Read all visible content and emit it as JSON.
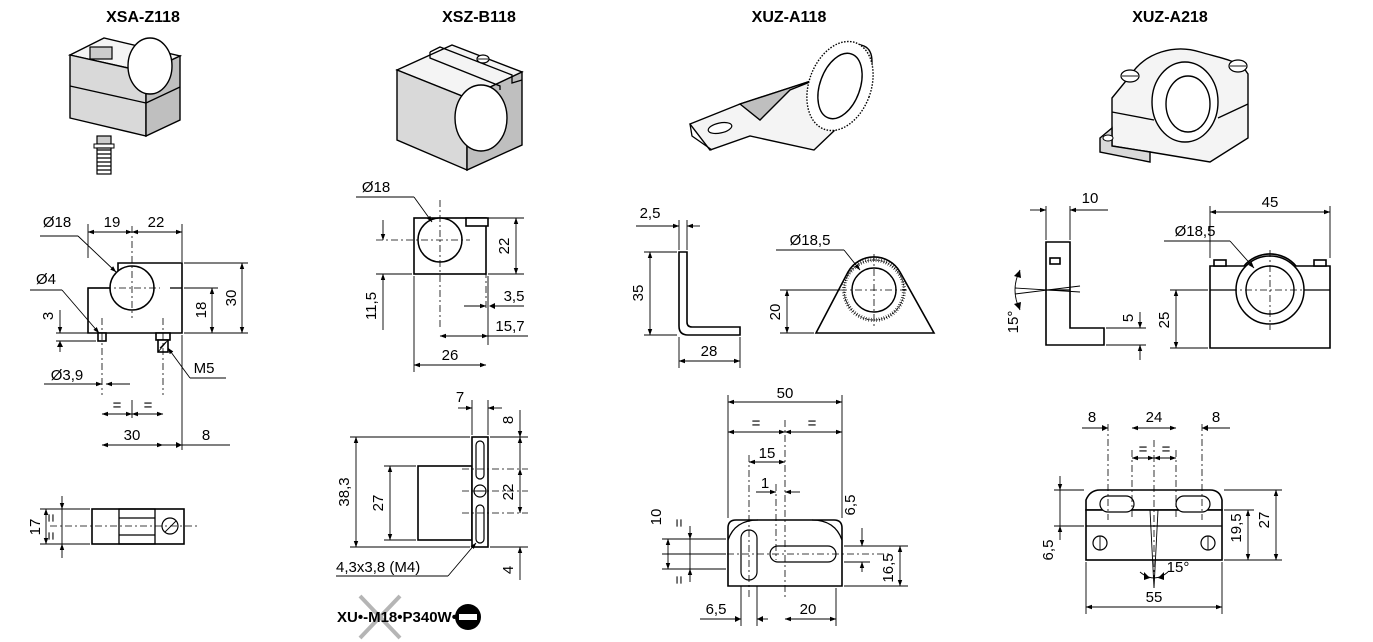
{
  "titles": {
    "xsa": "XSA-Z118",
    "xsz": "XSZ-B118",
    "xuz1": "XUZ-A118",
    "xuz2": "XUZ-A218"
  },
  "xsa": {
    "d18": "Ø18",
    "d19": "19",
    "d22": "22",
    "d4": "Ø4",
    "d3": "3",
    "d18v": "18",
    "d30v": "30",
    "d39": "Ø3,9",
    "m5": "M5",
    "eq1": "=",
    "eq2": "=",
    "d30": "30",
    "d8": "8",
    "d17": "17",
    "eqv1": "=",
    "eqv2": "="
  },
  "xsz": {
    "d18": "Ø18",
    "d22": "22",
    "d115": "11,5",
    "d35": "3,5",
    "d157": "15,7",
    "d26": "26",
    "d7": "7",
    "d8": "8",
    "d383": "38,3",
    "d27": "27",
    "d22b": "22",
    "hole": "4,3x3,8 (M4)",
    "d4": "4",
    "ref": "XU•-M18•P340W•"
  },
  "xuz1": {
    "d25": "2,5",
    "d35": "35",
    "d185": "Ø18,5",
    "d20v": "20",
    "d28": "28",
    "d50": "50",
    "eq1": "=",
    "eq2": "=",
    "d15": "15",
    "d1": "1",
    "d10": "10",
    "eqv1": "=",
    "eqv2": "=",
    "d65v": "6,5",
    "d165": "16,5",
    "d65": "6,5",
    "d20": "20"
  },
  "xuz2": {
    "d10": "10",
    "d45": "45",
    "d185": "Ø18,5",
    "a15": "15°",
    "d5": "5",
    "d25": "25",
    "d8a": "8",
    "d24": "24",
    "d8b": "8",
    "eq1": "=",
    "eq2": "=",
    "d65": "6,5",
    "d195": "19,5",
    "d27": "27",
    "a15b": "15°",
    "d55": "55"
  }
}
